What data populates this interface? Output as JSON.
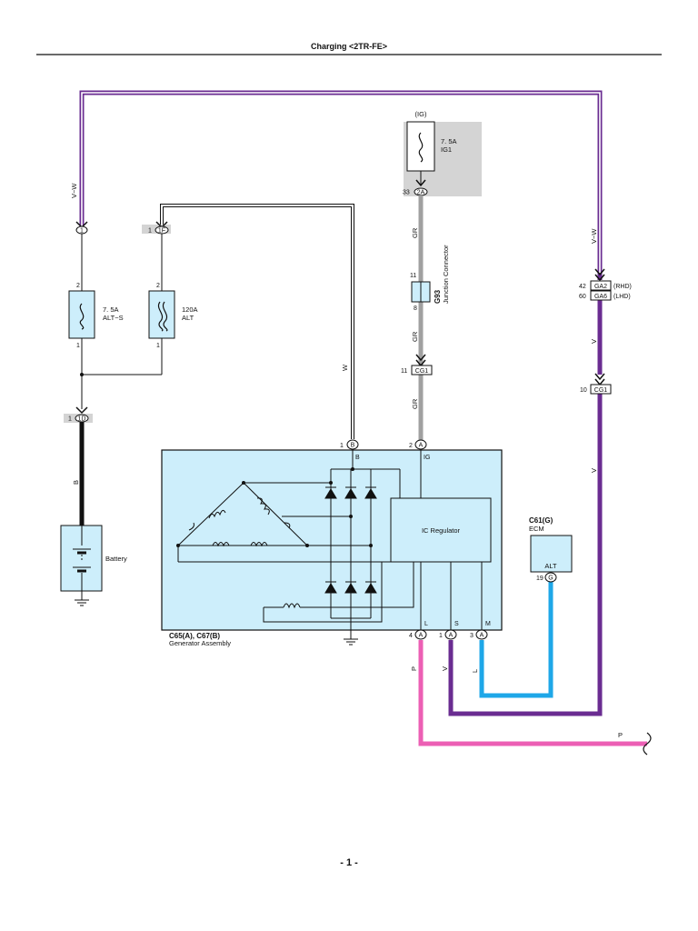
{
  "title": "Charging <2TR-FE>",
  "page_number": "- 1 -",
  "colors": {
    "violet": "#6a2c91",
    "gray": "#a0a0a0",
    "black": "#111111",
    "blue": "#1ea7e8",
    "pink": "#ec5fb4",
    "panel": "#cdeefb",
    "ig_box": "#d4d4d4"
  },
  "ig_block": {
    "header": "(IG)",
    "fuse_rating": "7. 5A",
    "fuse_name": "IG1",
    "pin": "33",
    "connector": "2A"
  },
  "fuses": {
    "alts": {
      "rating": "7. 5A",
      "name": "ALT−S",
      "pin_top": "2",
      "pin_bottom": "1"
    },
    "alt": {
      "rating": "120A",
      "name": "ALT",
      "pin_top": "2",
      "pin_bottom": "1"
    }
  },
  "connectors": {
    "c1": "1",
    "c1f_pin": "1",
    "c1f": "1F",
    "c1d_pin": "1",
    "c1d": "1D",
    "g93_top": "11",
    "g93_bottom": "8",
    "g93_name": "G93",
    "g93_desc": "Junction Connector",
    "cg1_pin": "11",
    "cg1": "CG1",
    "cg1b_pin": "10",
    "cg1b": "CG1",
    "ga2_pin": "42",
    "ga2": "GA2",
    "ga2_note": "(RHD)",
    "ga6_pin": "60",
    "ga6": "GA6",
    "ga6_note": "(LHD)"
  },
  "wires": {
    "vw_left": "V−W",
    "vw_right": "V−W",
    "w": "W",
    "gr1": "GR",
    "gr2": "GR",
    "gr3": "GR",
    "b": "B",
    "v1": "V",
    "v2": "V",
    "p1": "P",
    "v3": "V",
    "l": "L",
    "p2": "P"
  },
  "battery": {
    "label": "Battery"
  },
  "generator": {
    "name": "C65(A), C67(B)",
    "desc": "Generator Assembly",
    "regulator": "IC Regulator",
    "term_b_pin": "1",
    "term_b_conn": "B",
    "term_b_label": "B",
    "term_ig_pin": "2",
    "term_ig_conn": "A",
    "term_ig_label": "IG",
    "term_l_pin": "4",
    "term_l_conn": "A",
    "term_l_label": "L",
    "term_s_pin": "1",
    "term_s_conn": "A",
    "term_s_label": "S",
    "term_m_pin": "3",
    "term_m_conn": "A",
    "term_m_label": "M"
  },
  "ecm": {
    "code": "C61(G)",
    "name": "ECM",
    "terminal": "ALT",
    "pin": "19",
    "conn": "G"
  }
}
